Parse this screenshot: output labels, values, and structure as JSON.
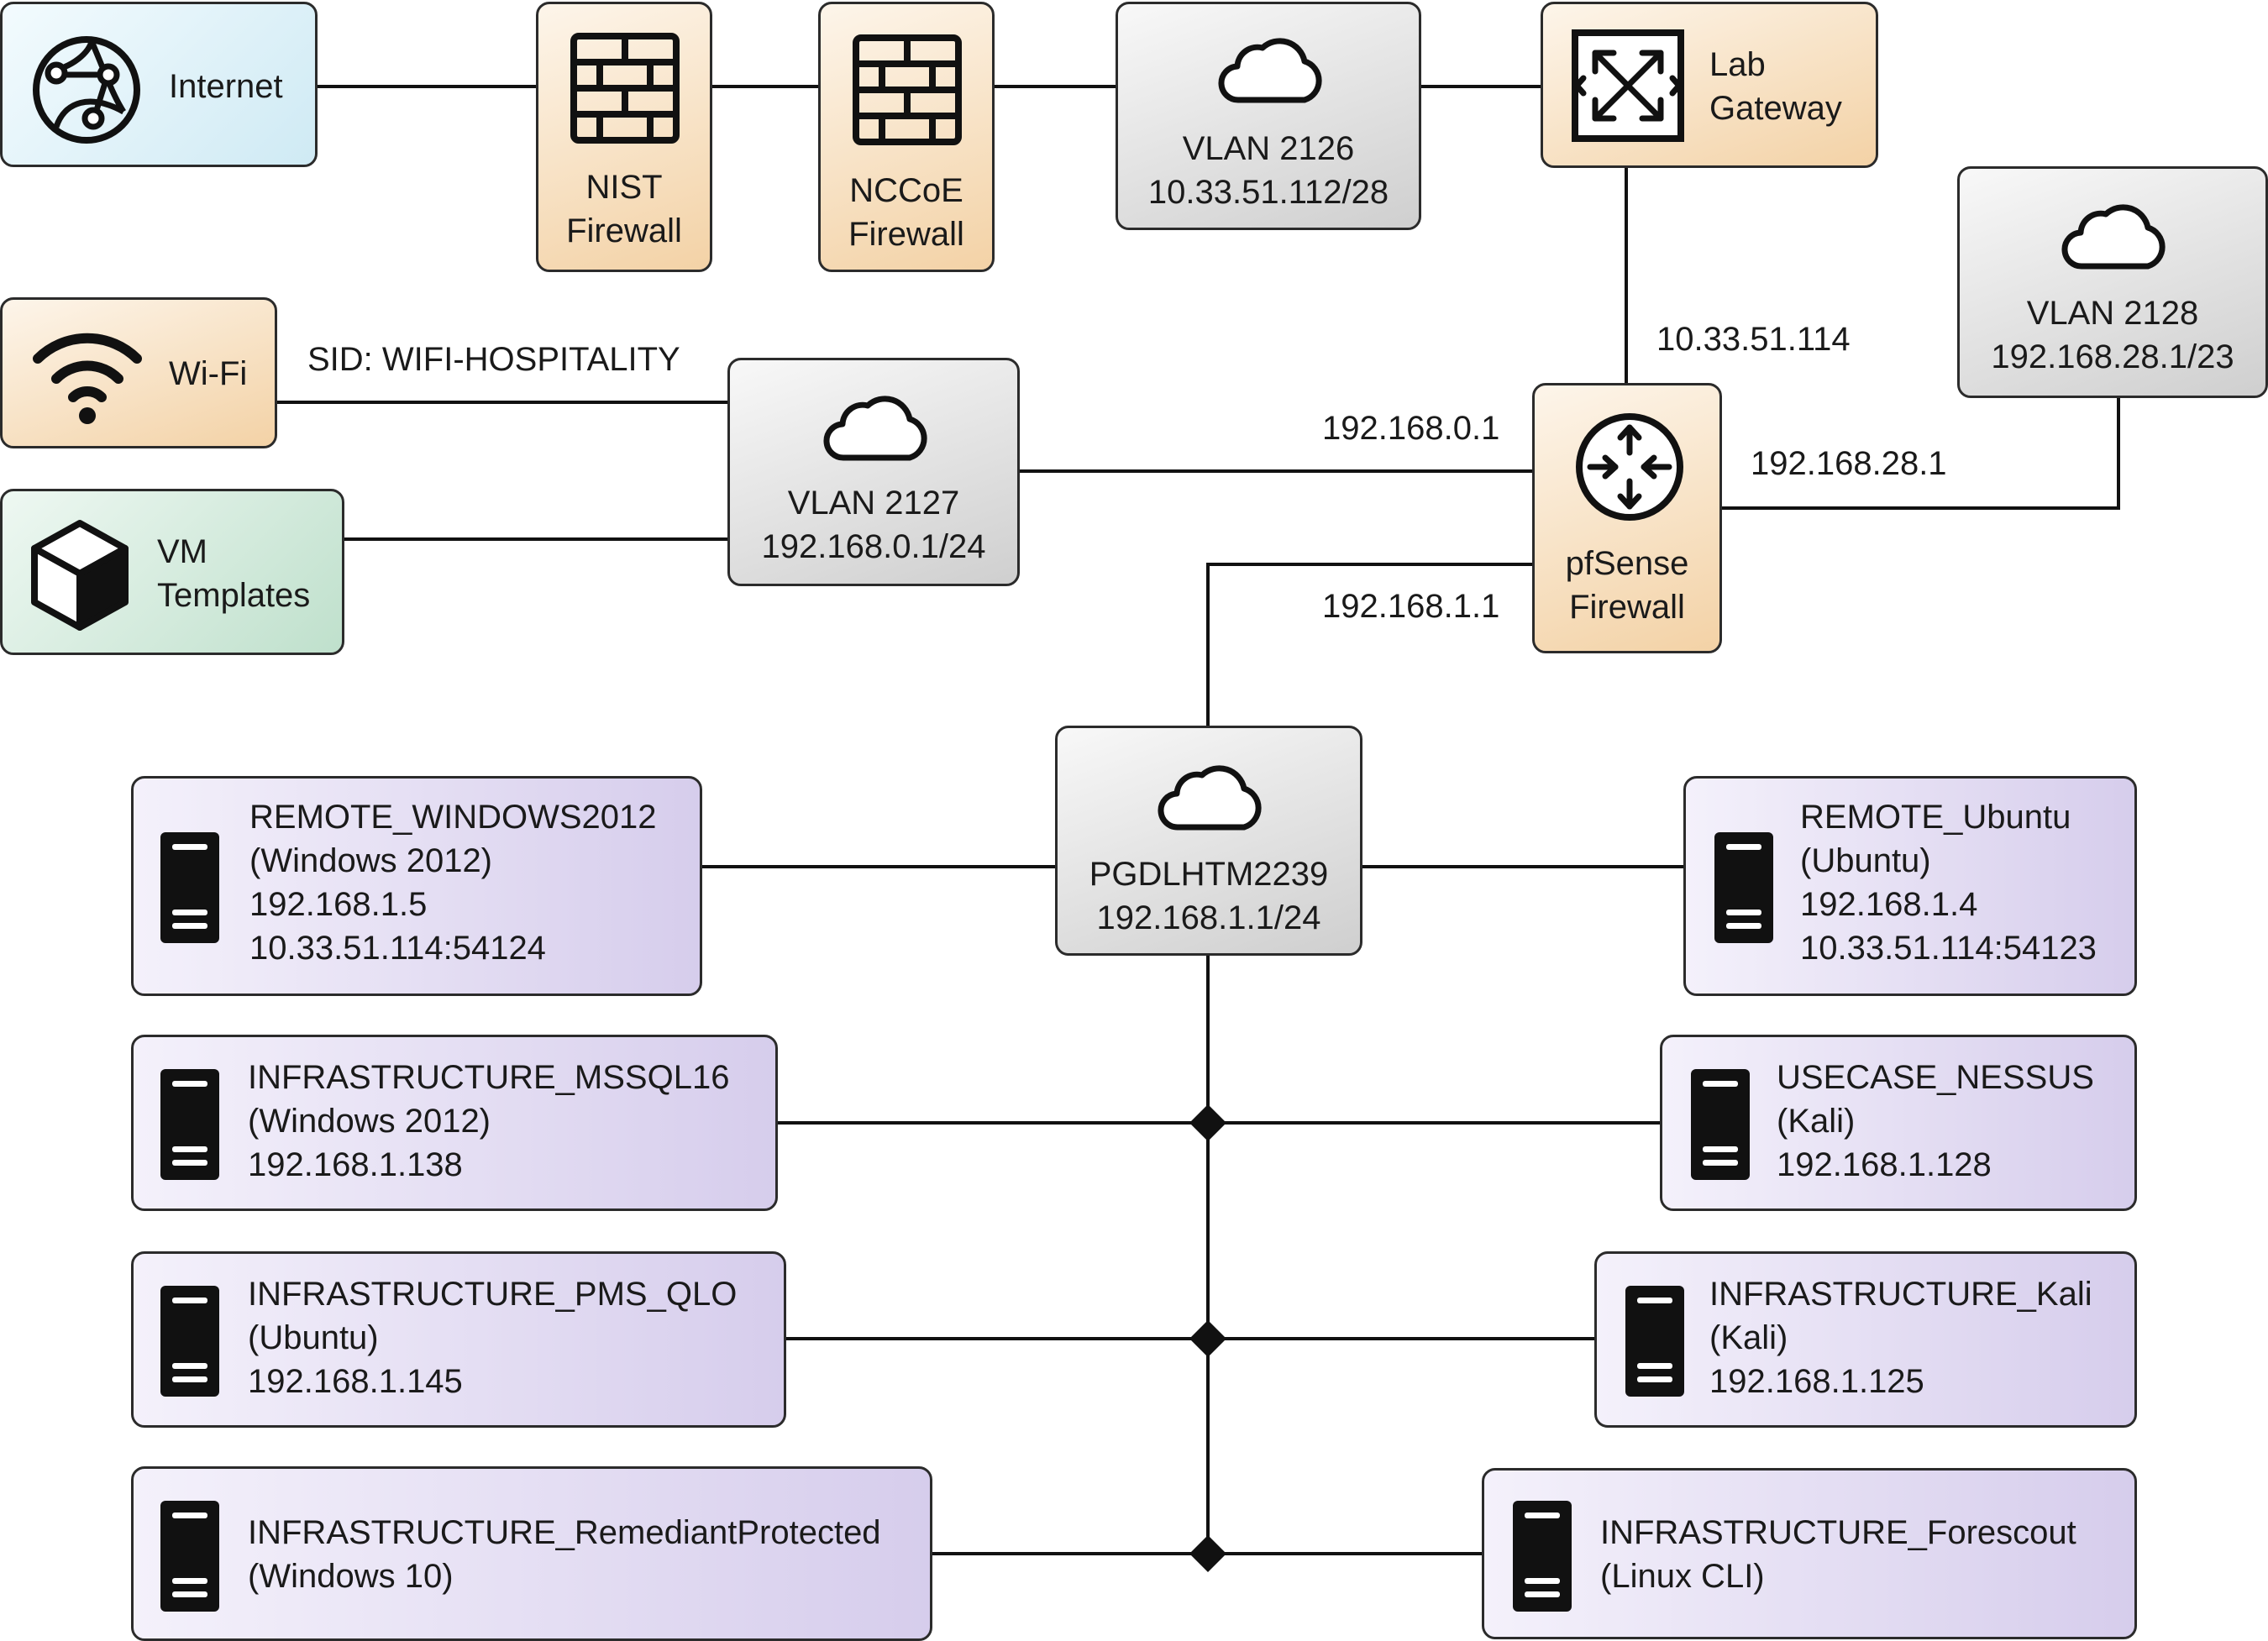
{
  "internet": {
    "label": "Internet"
  },
  "nist_firewall": {
    "line1": "NIST",
    "line2": "Firewall"
  },
  "nccoe_firewall": {
    "line1": "NCCoE",
    "line2": "Firewall"
  },
  "vlan_2126": {
    "name": "VLAN 2126",
    "subnet": "10.33.51.112/28"
  },
  "lab_gateway": {
    "line1": "Lab",
    "line2": "Gateway"
  },
  "vlan_2128": {
    "name": "VLAN 2128",
    "subnet": "192.168.28.1/23"
  },
  "wifi": {
    "label": "Wi-Fi",
    "sid": "SID: WIFI-HOSPITALITY"
  },
  "vlan_2127": {
    "name": "VLAN 2127",
    "subnet": "192.168.0.1/24"
  },
  "vm_templates": {
    "line1": "VM",
    "line2": "Templates"
  },
  "pfsense": {
    "line1": "pfSense",
    "line2": "Firewall"
  },
  "edge_labels": {
    "gateway_link": "10.33.51.114",
    "vlan2127_link": "192.168.0.1",
    "vlan2128_link": "192.168.28.1",
    "pgd_link": "192.168.1.1"
  },
  "pgd": {
    "name": "PGDLHTM2239",
    "subnet": "192.168.1.1/24"
  },
  "servers_left": [
    {
      "lines": [
        "REMOTE_WINDOWS2012",
        "(Windows 2012)",
        "192.168.1.5",
        "10.33.51.114:54124"
      ]
    },
    {
      "lines": [
        "INFRASTRUCTURE_MSSQL16",
        "(Windows 2012)",
        "192.168.1.138"
      ]
    },
    {
      "lines": [
        "INFRASTRUCTURE_PMS_QLO",
        "(Ubuntu)",
        "192.168.1.145"
      ]
    },
    {
      "lines": [
        "INFRASTRUCTURE_RemediantProtected",
        "(Windows 10)"
      ]
    }
  ],
  "servers_right": [
    {
      "lines": [
        "REMOTE_Ubuntu",
        "(Ubuntu)",
        "192.168.1.4",
        "10.33.51.114:54123"
      ]
    },
    {
      "lines": [
        "USECASE_NESSUS",
        "(Kali)",
        "192.168.1.128"
      ]
    },
    {
      "lines": [
        "INFRASTRUCTURE_Kali",
        "(Kali)",
        "192.168.1.125"
      ]
    },
    {
      "lines": [
        "INFRASTRUCTURE_Forescout",
        "(Linux CLI)"
      ]
    }
  ],
  "icons": [
    "globe-icon",
    "brick-wall-icon",
    "cloud-icon",
    "crossed-arrows-icon",
    "wifi-icon",
    "cube-icon",
    "router-icon",
    "server-icon"
  ]
}
